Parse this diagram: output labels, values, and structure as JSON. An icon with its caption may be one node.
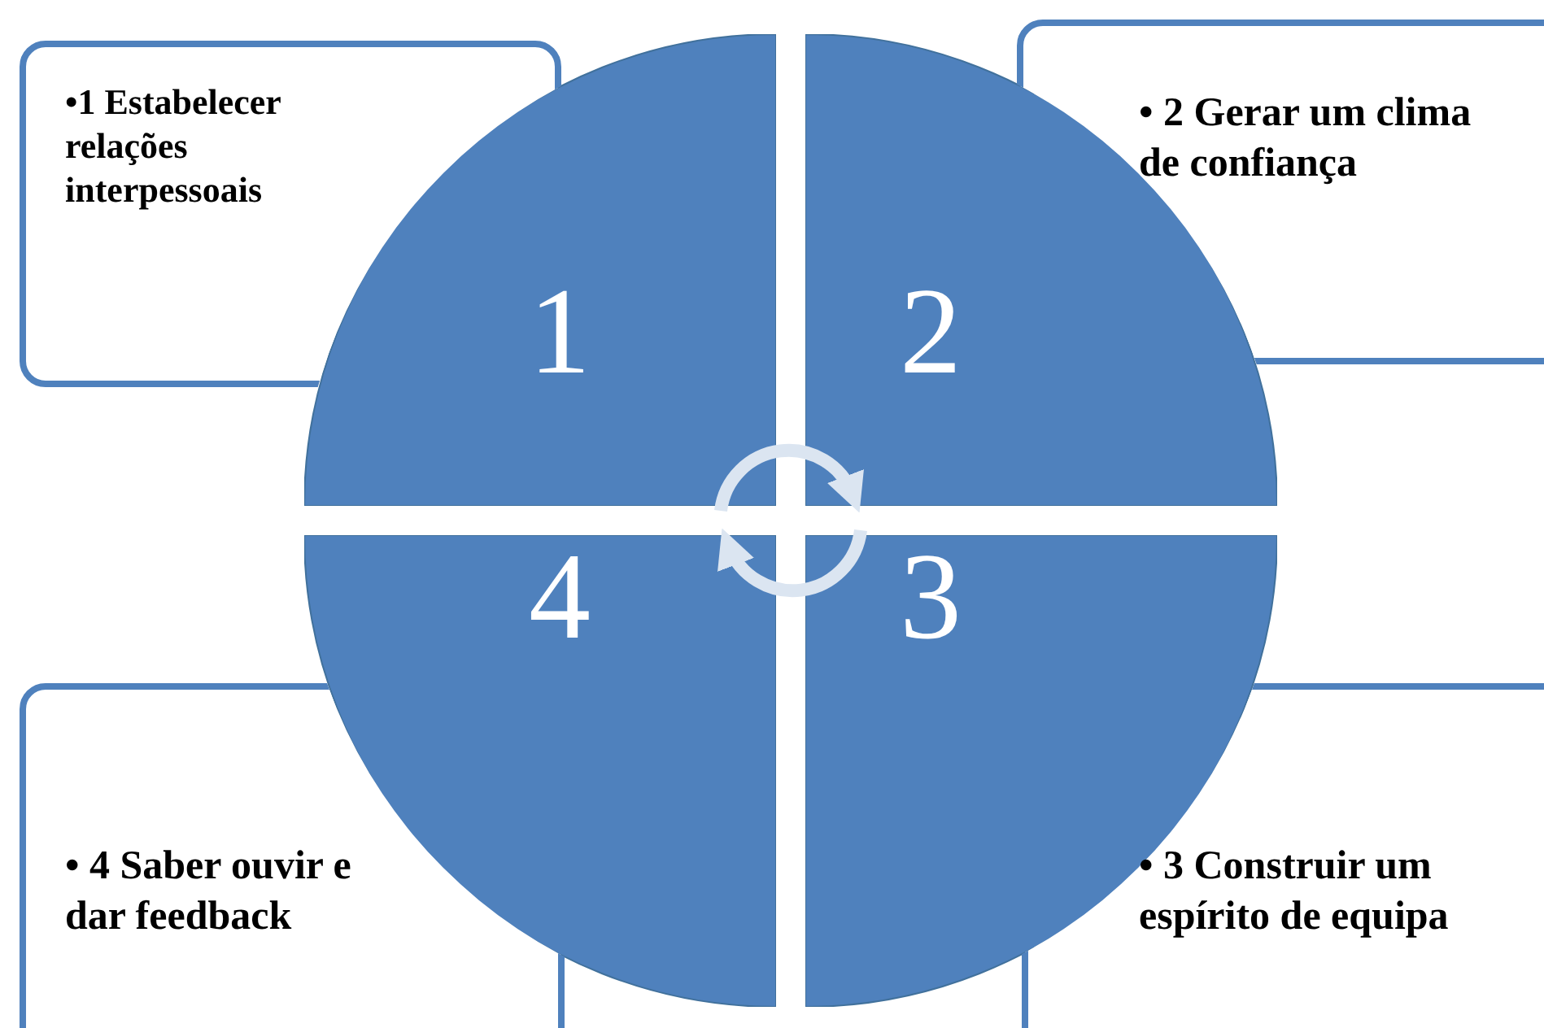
{
  "diagram": {
    "nodes": [
      {
        "text": [
          "•1 Estabelecer relações interpessoais"
        ]
      },
      {
        "text": [
          "• 2 Gerar um clima de confiança"
        ]
      },
      {
        "text": [
          "1"
        ]
      },
      {
        "text": [
          "2"
        ]
      },
      {
        "text": [
          "4"
        ]
      },
      {
        "text": [
          "3"
        ]
      },
      {
        "text": [
          "• 4 Saber ouvir e dar feedback"
        ]
      },
      {
        "text": [
          "• 3 Construir um espírito de equipa"
        ]
      }
    ],
    "edges": [
      {
        "from": 2,
        "to": 3,
        "arrow": "to"
      },
      {
        "from": 5,
        "to": 4,
        "arrow": "to"
      }
    ]
  }
}
